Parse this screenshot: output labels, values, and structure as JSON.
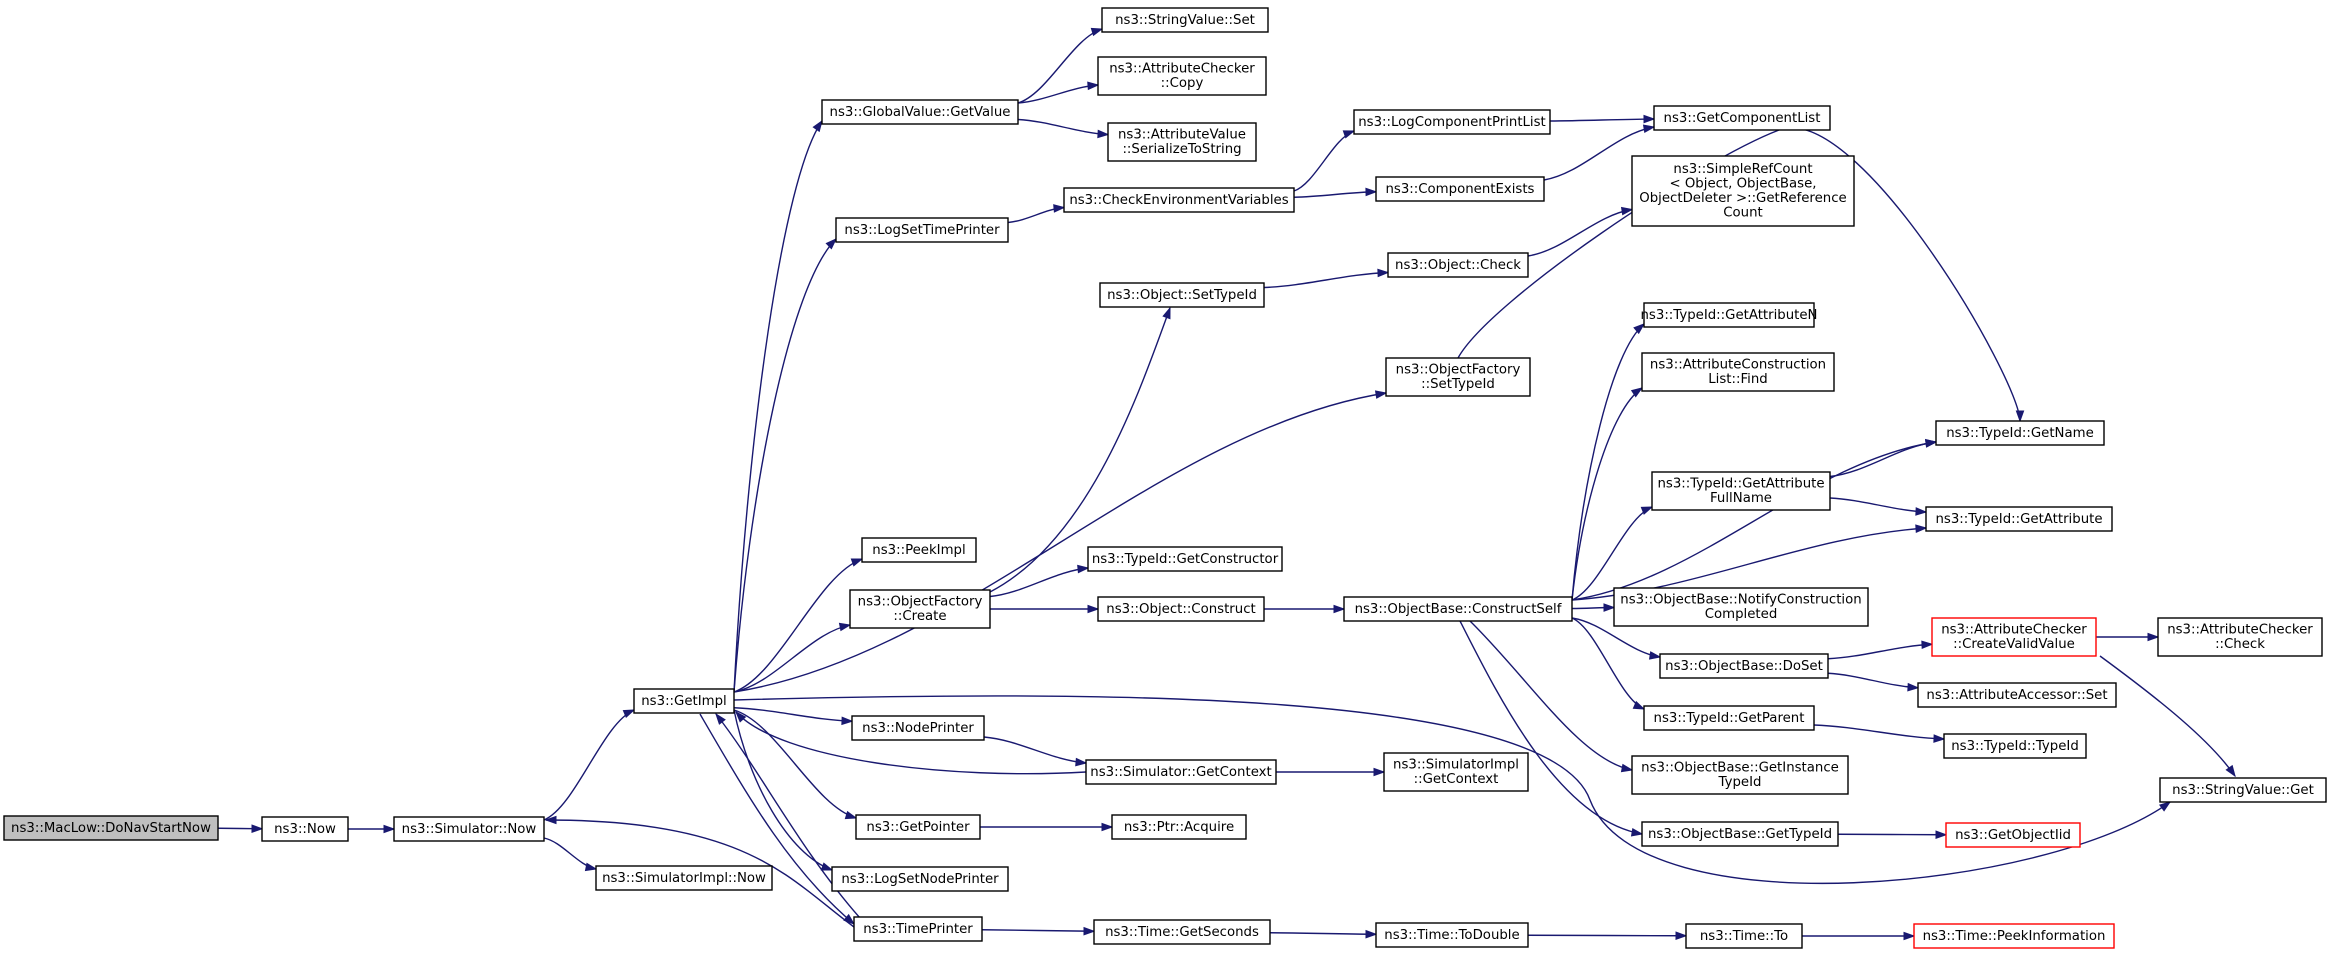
{
  "diagram": {
    "type": "call-graph",
    "colors": {
      "edge": "#191970",
      "root_fill": "#bfbfbf",
      "node_border": "#000000",
      "truncated_border": "#ff0000"
    },
    "nodes": [
      {
        "id": "DoNavStartNow",
        "lines": [
          "ns3::MacLow::DoNavStartNow"
        ],
        "root": true
      },
      {
        "id": "Now",
        "lines": [
          "ns3::Now"
        ]
      },
      {
        "id": "SimNow",
        "lines": [
          "ns3::Simulator::Now"
        ]
      },
      {
        "id": "SimImplNow",
        "lines": [
          "ns3::SimulatorImpl::Now"
        ]
      },
      {
        "id": "GetImpl",
        "lines": [
          "ns3::GetImpl"
        ]
      },
      {
        "id": "GlobalGetValue",
        "lines": [
          "ns3::GlobalValue::GetValue"
        ]
      },
      {
        "id": "StringValueSet",
        "lines": [
          "ns3::StringValue::Set"
        ]
      },
      {
        "id": "AttrCheckerCopy",
        "lines": [
          "ns3::AttributeChecker",
          "::Copy"
        ]
      },
      {
        "id": "AttrValueSerialize",
        "lines": [
          "ns3::AttributeValue",
          "::SerializeToString"
        ]
      },
      {
        "id": "LogSetTimePrinter",
        "lines": [
          "ns3::LogSetTimePrinter"
        ]
      },
      {
        "id": "CheckEnvVars",
        "lines": [
          "ns3::CheckEnvironmentVariables"
        ]
      },
      {
        "id": "LogCompPrintList",
        "lines": [
          "ns3::LogComponentPrintList"
        ]
      },
      {
        "id": "GetComponentList",
        "lines": [
          "ns3::GetComponentList"
        ]
      },
      {
        "id": "ComponentExists",
        "lines": [
          "ns3::ComponentExists"
        ]
      },
      {
        "id": "SimpleRefCount",
        "lines": [
          "ns3::SimpleRefCount",
          "< Object, ObjectBase,",
          " ObjectDeleter >::GetReference",
          "Count"
        ]
      },
      {
        "id": "ObjectCheck",
        "lines": [
          "ns3::Object::Check"
        ]
      },
      {
        "id": "ObjectSetTypeId",
        "lines": [
          "ns3::Object::SetTypeId"
        ]
      },
      {
        "id": "ObjFactorySetTypeId",
        "lines": [
          "ns3::ObjectFactory",
          "::SetTypeId"
        ]
      },
      {
        "id": "TypeIdGetAttributeN",
        "lines": [
          "ns3::TypeId::GetAttributeN"
        ]
      },
      {
        "id": "AttrConstructionFind",
        "lines": [
          "ns3::AttributeConstruction",
          "List::Find"
        ]
      },
      {
        "id": "TypeIdGetName",
        "lines": [
          "ns3::TypeId::GetName"
        ]
      },
      {
        "id": "TypeIdGetAttrFullName",
        "lines": [
          "ns3::TypeId::GetAttribute",
          "FullName"
        ]
      },
      {
        "id": "TypeIdGetAttribute",
        "lines": [
          "ns3::TypeId::GetAttribute"
        ]
      },
      {
        "id": "PeekImpl",
        "lines": [
          "ns3::PeekImpl"
        ]
      },
      {
        "id": "TypeIdGetConstructor",
        "lines": [
          "ns3::TypeId::GetConstructor"
        ]
      },
      {
        "id": "ObjFactoryCreate",
        "lines": [
          "ns3::ObjectFactory",
          "::Create"
        ]
      },
      {
        "id": "ObjectConstruct",
        "lines": [
          "ns3::Object::Construct"
        ]
      },
      {
        "id": "ConstructSelf",
        "lines": [
          "ns3::ObjectBase::ConstructSelf"
        ]
      },
      {
        "id": "NotifyConstructionCompleted",
        "lines": [
          "ns3::ObjectBase::NotifyConstruction",
          "Completed"
        ]
      },
      {
        "id": "CreateValidValue",
        "lines": [
          "ns3::AttributeChecker",
          "::CreateValidValue"
        ],
        "truncated": true
      },
      {
        "id": "AttrCheckerCheck",
        "lines": [
          "ns3::AttributeChecker",
          "::Check"
        ]
      },
      {
        "id": "DoSet",
        "lines": [
          "ns3::ObjectBase::DoSet"
        ]
      },
      {
        "id": "AttrAccessorSet",
        "lines": [
          "ns3::AttributeAccessor::Set"
        ]
      },
      {
        "id": "NodePrinter",
        "lines": [
          "ns3::NodePrinter"
        ]
      },
      {
        "id": "SimGetContext",
        "lines": [
          "ns3::Simulator::GetContext"
        ]
      },
      {
        "id": "SimImplGetContext",
        "lines": [
          "ns3::SimulatorImpl",
          "::GetContext"
        ]
      },
      {
        "id": "TypeIdGetParent",
        "lines": [
          "ns3::TypeId::GetParent"
        ]
      },
      {
        "id": "TypeIdTypeId",
        "lines": [
          "ns3::TypeId::TypeId"
        ]
      },
      {
        "id": "GetInstanceTypeId",
        "lines": [
          "ns3::ObjectBase::GetInstance",
          "TypeId"
        ]
      },
      {
        "id": "StringValueGet",
        "lines": [
          "ns3::StringValue::Get"
        ]
      },
      {
        "id": "GetPointer",
        "lines": [
          "ns3::GetPointer"
        ]
      },
      {
        "id": "PtrAcquire",
        "lines": [
          "ns3::Ptr::Acquire"
        ]
      },
      {
        "id": "ObjBaseGetTypeId",
        "lines": [
          "ns3::ObjectBase::GetTypeId"
        ]
      },
      {
        "id": "GetObjectIid",
        "lines": [
          "ns3::GetObjectIid"
        ],
        "truncated": true
      },
      {
        "id": "LogSetNodePrinter",
        "lines": [
          "ns3::LogSetNodePrinter"
        ]
      },
      {
        "id": "TimePrinter",
        "lines": [
          "ns3::TimePrinter"
        ]
      },
      {
        "id": "TimeGetSeconds",
        "lines": [
          "ns3::Time::GetSeconds"
        ]
      },
      {
        "id": "TimeToDouble",
        "lines": [
          "ns3::Time::ToDouble"
        ]
      },
      {
        "id": "TimeTo",
        "lines": [
          "ns3::Time::To"
        ]
      },
      {
        "id": "TimePeekInformation",
        "lines": [
          "ns3::Time::PeekInformation"
        ],
        "truncated": true
      }
    ],
    "edges": [
      [
        "DoNavStartNow",
        "Now"
      ],
      [
        "Now",
        "SimNow"
      ],
      [
        "SimNow",
        "GetImpl"
      ],
      [
        "SimNow",
        "SimImplNow"
      ],
      [
        "GetImpl",
        "GlobalGetValue"
      ],
      [
        "GlobalGetValue",
        "StringValueSet"
      ],
      [
        "GlobalGetValue",
        "AttrCheckerCopy"
      ],
      [
        "GlobalGetValue",
        "AttrValueSerialize"
      ],
      [
        "GetImpl",
        "LogSetTimePrinter"
      ],
      [
        "LogSetTimePrinter",
        "CheckEnvVars"
      ],
      [
        "CheckEnvVars",
        "LogCompPrintList"
      ],
      [
        "LogCompPrintList",
        "GetComponentList"
      ],
      [
        "CheckEnvVars",
        "ComponentExists"
      ],
      [
        "ComponentExists",
        "GetComponentList"
      ],
      [
        "GetImpl",
        "ObjFactorySetTypeId"
      ],
      [
        "ObjFactorySetTypeId",
        "TypeIdGetName"
      ],
      [
        "GetImpl",
        "PeekImpl"
      ],
      [
        "GetImpl",
        "ObjFactoryCreate"
      ],
      [
        "ObjFactoryCreate",
        "ObjectSetTypeId"
      ],
      [
        "ObjectSetTypeId",
        "ObjectCheck"
      ],
      [
        "ObjectCheck",
        "SimpleRefCount"
      ],
      [
        "ObjFactoryCreate",
        "TypeIdGetConstructor"
      ],
      [
        "ObjFactoryCreate",
        "ObjectConstruct"
      ],
      [
        "ObjectConstruct",
        "ConstructSelf"
      ],
      [
        "ConstructSelf",
        "TypeIdGetAttributeN"
      ],
      [
        "ConstructSelf",
        "AttrConstructionFind"
      ],
      [
        "ConstructSelf",
        "TypeIdGetName"
      ],
      [
        "ConstructSelf",
        "TypeIdGetAttrFullName"
      ],
      [
        "TypeIdGetAttrFullName",
        "TypeIdGetName"
      ],
      [
        "TypeIdGetAttrFullName",
        "TypeIdGetAttribute"
      ],
      [
        "ConstructSelf",
        "TypeIdGetAttribute"
      ],
      [
        "ConstructSelf",
        "NotifyConstructionCompleted"
      ],
      [
        "ConstructSelf",
        "DoSet"
      ],
      [
        "DoSet",
        "CreateValidValue"
      ],
      [
        "CreateValidValue",
        "AttrCheckerCheck"
      ],
      [
        "CreateValidValue",
        "StringValueGet"
      ],
      [
        "DoSet",
        "AttrAccessorSet"
      ],
      [
        "ConstructSelf",
        "TypeIdGetParent"
      ],
      [
        "TypeIdGetParent",
        "TypeIdTypeId"
      ],
      [
        "ConstructSelf",
        "GetInstanceTypeId"
      ],
      [
        "ConstructSelf",
        "ObjBaseGetTypeId"
      ],
      [
        "ObjBaseGetTypeId",
        "GetObjectIid"
      ],
      [
        "GetImpl",
        "NodePrinter"
      ],
      [
        "NodePrinter",
        "SimGetContext"
      ],
      [
        "SimGetContext",
        "GetImpl"
      ],
      [
        "SimGetContext",
        "SimImplGetContext"
      ],
      [
        "GetImpl",
        "StringValueGet"
      ],
      [
        "GetImpl",
        "GetPointer"
      ],
      [
        "GetPointer",
        "PtrAcquire"
      ],
      [
        "GetImpl",
        "LogSetNodePrinter"
      ],
      [
        "GetImpl",
        "TimePrinter"
      ],
      [
        "TimePrinter",
        "GetImpl"
      ],
      [
        "TimePrinter",
        "SimNow"
      ],
      [
        "TimePrinter",
        "TimeGetSeconds"
      ],
      [
        "TimeGetSeconds",
        "TimeToDouble"
      ],
      [
        "TimeToDouble",
        "TimeTo"
      ],
      [
        "TimeTo",
        "TimePeekInformation"
      ]
    ]
  }
}
